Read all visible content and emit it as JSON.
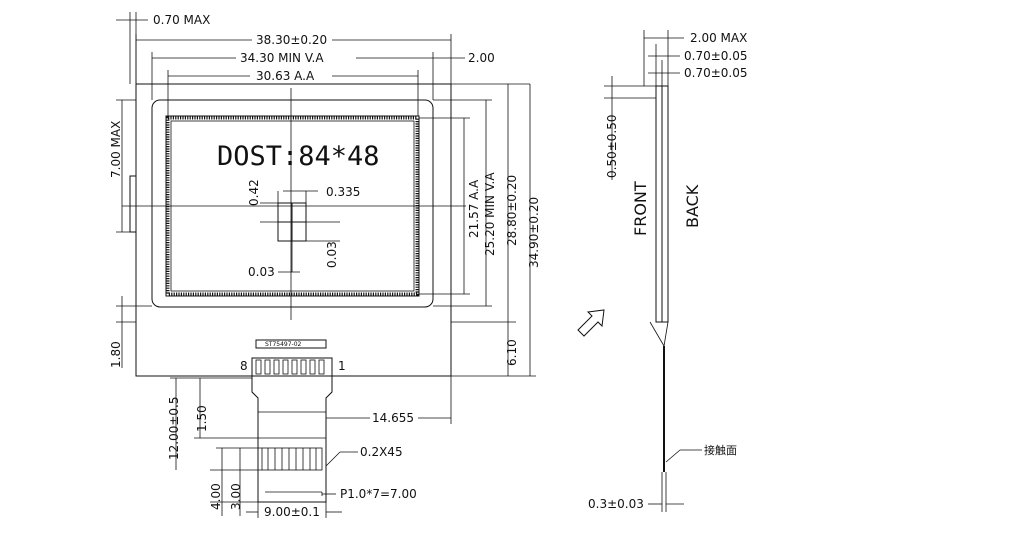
{
  "front_view": {
    "width_max": "0.70  MAX",
    "outline_width": "38.30±0.20",
    "va_width": "34.30  MIN  V.A",
    "aa_width": "30.63  A.A",
    "side_offset": "2.00",
    "height_max": "7.00  MAX",
    "display_label": "DOST:84*48",
    "pixel_pitch": "0.335",
    "pixel_size": "0.42",
    "pixel_gap_h": "0.03",
    "pixel_gap_v": "0.03",
    "aa_height": "21.57  A.A",
    "va_height": "25.20  MIN  V.A",
    "outline_height_inner": "28.80±0.20",
    "outline_height": "34.90±0.20",
    "ledge": "6.10",
    "bottom_margin": "1.80",
    "part_number": "ST75497-02",
    "pin_left": "8",
    "pin_right": "1",
    "fpc_length": "12.00±0.5",
    "fpc_offset": "1.50",
    "fpc_position": "14.655",
    "chamfer": "0.2X45",
    "contact_length": "4.00",
    "stiffener": "3.00",
    "pitch_note": "P1.0*7=7.00",
    "fpc_width": "9.00±0.1"
  },
  "side_view": {
    "thickness_max": "2.00  MAX",
    "glass_front": "0.70±0.05",
    "glass_back": "0.70±0.05",
    "offset": "0.50±0.50",
    "front_label": "FRONT",
    "back_label": "BACK",
    "contact_note": "接触面",
    "fpc_thickness": "0.3±0.03"
  }
}
